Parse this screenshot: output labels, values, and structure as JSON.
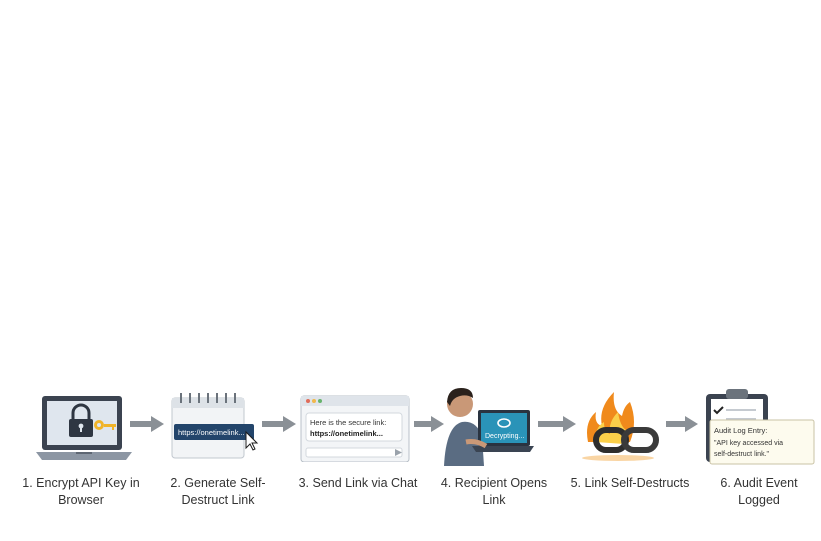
{
  "steps": [
    {
      "label": "1. Encrypt API Key in Browser"
    },
    {
      "label": "2. Generate Self-Destruct Link",
      "url_text": "https://onetimelink..."
    },
    {
      "label": "3. Send Link via Chat",
      "chat_line1": "Here is the secure link:",
      "chat_line2": "https://onetimelink..."
    },
    {
      "label": "4. Recipient Opens Link",
      "screen_text": "Decrypting..."
    },
    {
      "label": "5. Link Self-Destructs"
    },
    {
      "label": "6. Audit Event Logged",
      "log_title": "Audit Log Entry:",
      "log_line1": "\"API key accessed via",
      "log_line2": "self-destruct link.\""
    }
  ],
  "colors": {
    "arrow": "#8a9096",
    "accent_blue": "#2b5d8a",
    "flame": "#f08a1c"
  }
}
